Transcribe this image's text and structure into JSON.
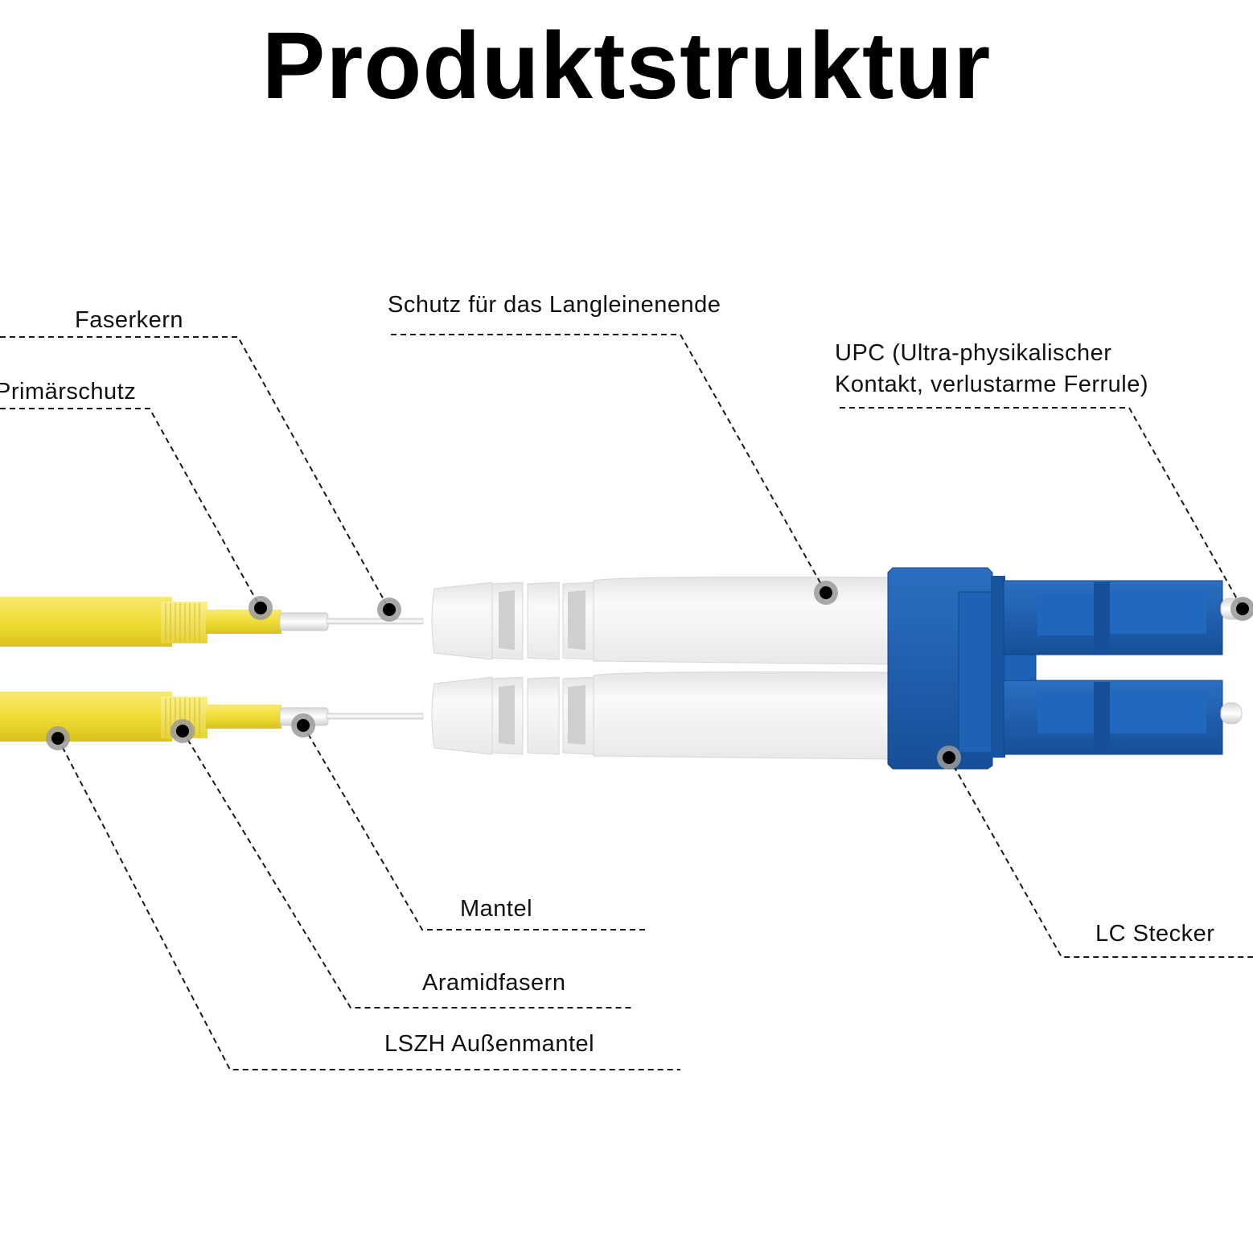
{
  "title": "Produktstruktur",
  "labels": {
    "faserkern": "Faserkern",
    "primaerschutz": "Primärschutz",
    "schutz": "Schutz für das Langleinenende",
    "upc_line1": "UPC (Ultra-physikalischer",
    "upc_line2": "Kontakt, verlustarme Ferrule)",
    "mantel": "Mantel",
    "aramid": "Aramidfasern",
    "lszh": "LSZH Außenmantel",
    "lc": "LC Stecker"
  },
  "colors": {
    "cable_yellow": "#f1dd3a",
    "boot_white": "#f2f2f2",
    "connector_blue": "#1b5fb0",
    "marker_dot": "#000000",
    "marker_ring": "#9a9a9a"
  }
}
